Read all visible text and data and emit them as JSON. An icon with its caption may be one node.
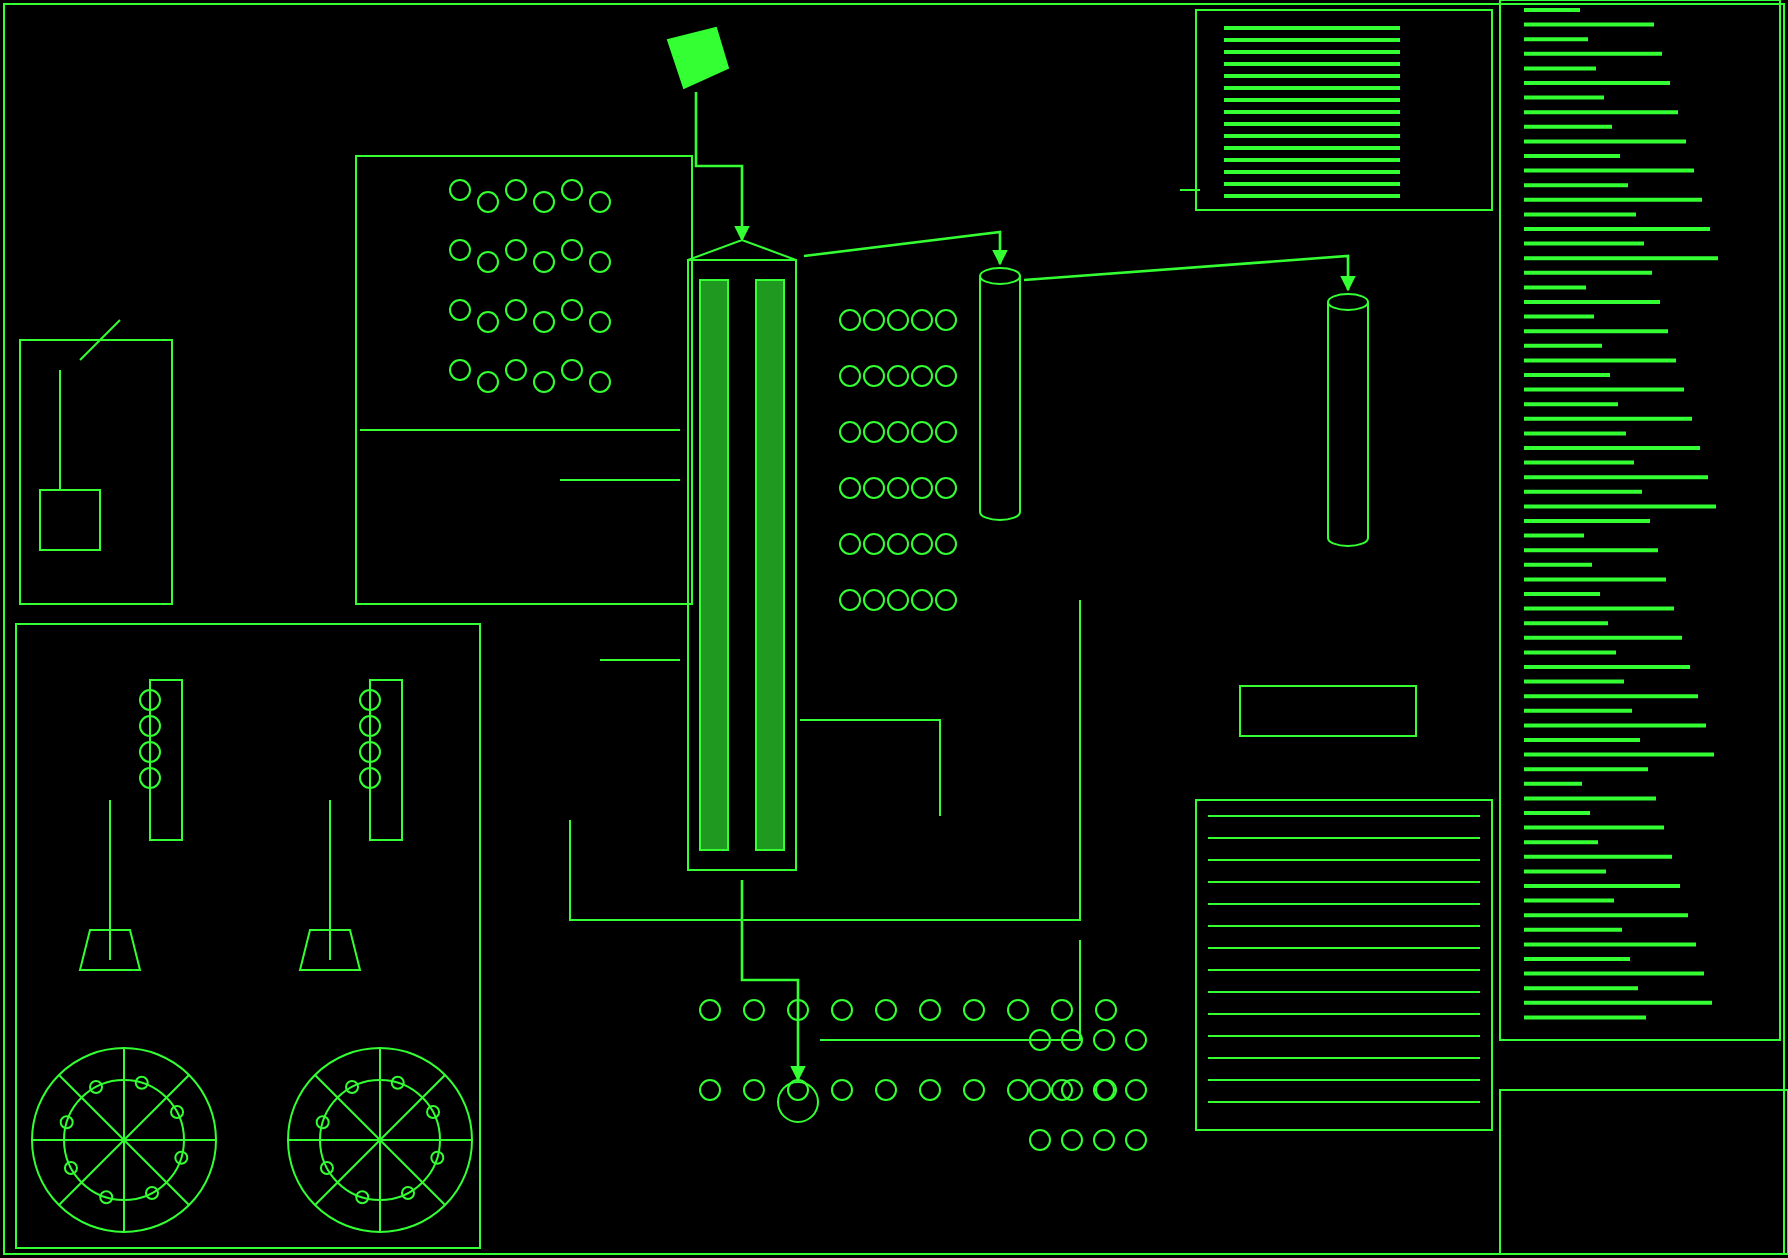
{
  "diagram": {
    "nodes": [
      {
        "text": [],
        "shape": "picture"
      },
      {
        "text": [],
        "shape": "cylinder"
      },
      {
        "text": [],
        "shape": "picture"
      },
      {
        "text": [],
        "shape": "cylinder"
      },
      {
        "text": [],
        "shape": "circle"
      }
    ],
    "edges": [
      {
        "from": 2,
        "to": 0,
        "arrow": "to"
      },
      {
        "from": 0,
        "to": 1,
        "arrow": "to"
      },
      {
        "from": 1,
        "to": 3,
        "arrow": "to"
      },
      {
        "from": 0,
        "to": 4,
        "arrow": "to"
      }
    ]
  }
}
